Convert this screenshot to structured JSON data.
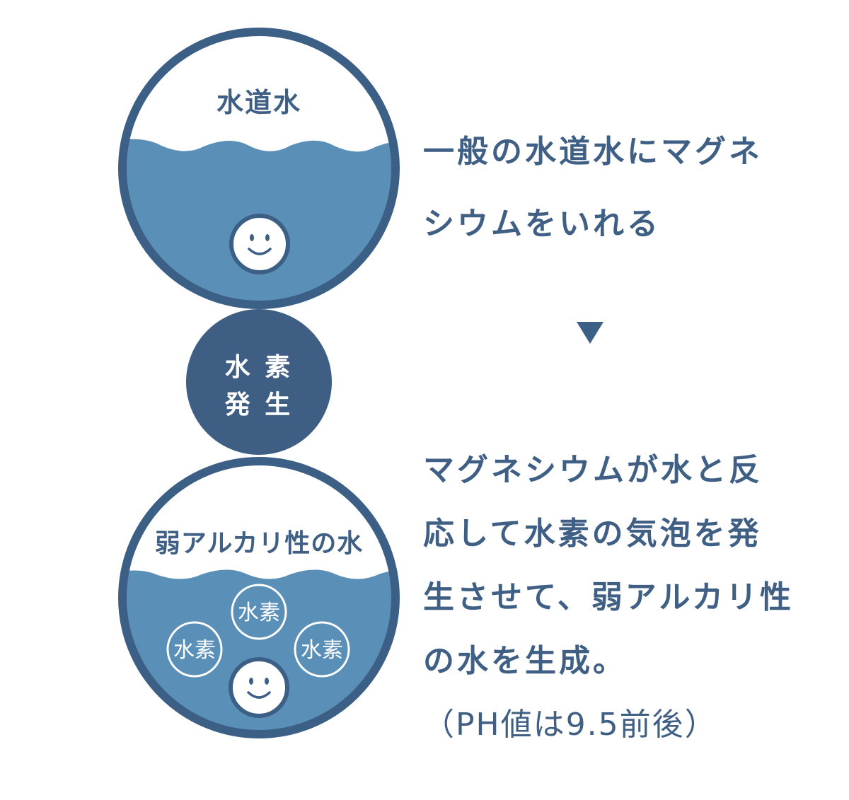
{
  "circles": {
    "top_label": "水道水",
    "middle_label_line1": "水 素",
    "middle_label_line2": "発 生",
    "bottom_label": "弱アルカリ性の水",
    "bubble_label": "水素"
  },
  "descriptions": {
    "first": [
      "一般の水道水にマグネ",
      "シウムをいれる"
    ],
    "second": [
      "マグネシウムが水と反",
      "応して水素の気泡を発",
      "生させて、弱アルカリ性",
      "の水を生成。",
      "（PH値は9.5前後）"
    ]
  },
  "arrow_icon": "triangle-down-icon",
  "colors": {
    "outline": "#3c5f86",
    "water": "#5a8fb8",
    "dark": "#3e5e84",
    "text": "#3f5f84",
    "white": "#ffffff"
  }
}
